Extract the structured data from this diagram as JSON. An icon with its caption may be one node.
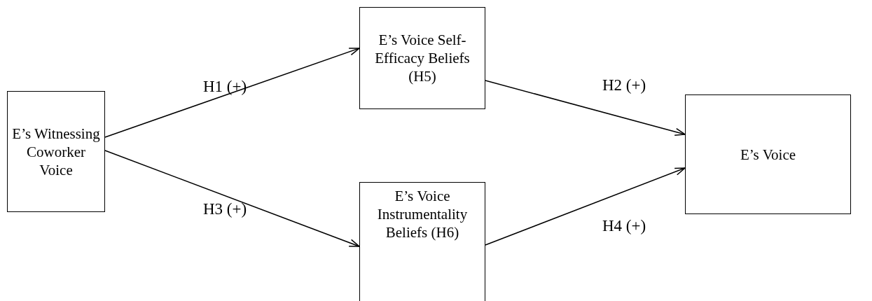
{
  "diagram": {
    "nodes": [
      {
        "text": [
          "E’s Witnessing Coworker Voice"
        ]
      },
      {
        "text": [
          "E’s Voice Self-Efficacy Beliefs (H5)"
        ]
      },
      {
        "text": [
          "E’s Voice Instrumentality Beliefs (H6)"
        ]
      },
      {
        "text": [
          "E’s Voice"
        ]
      }
    ],
    "edges": [
      {
        "from": 0,
        "to": 1,
        "arrow": "to",
        "label": "H1 (+)"
      },
      {
        "from": 1,
        "to": 3,
        "arrow": "to",
        "label": "H2 (+)"
      },
      {
        "from": 0,
        "to": 2,
        "arrow": "to",
        "label": "H3 (+)"
      },
      {
        "from": 2,
        "to": 3,
        "arrow": "to",
        "label": "H4 (+)"
      }
    ]
  }
}
